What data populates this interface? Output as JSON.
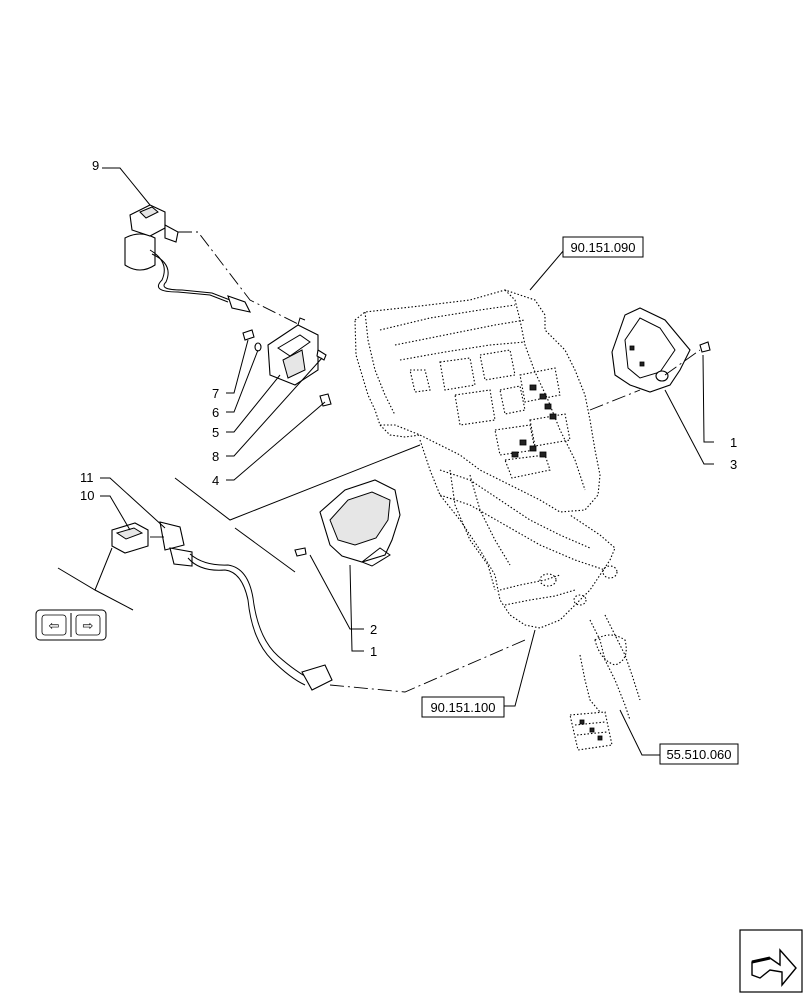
{
  "callouts": {
    "c9": "9",
    "c7": "7",
    "c6": "6",
    "c5": "5",
    "c8": "8",
    "c4": "4",
    "c11": "11",
    "c10": "10",
    "c2": "2",
    "c1_bottom": "1",
    "c1_right": "1",
    "c3": "3"
  },
  "references": {
    "top": "90.151.090",
    "bottom": "90.151.100",
    "right": "55.510.060"
  },
  "switch_symbols": {
    "left": "⇦",
    "right": "⇨"
  },
  "nav_icon": "next-page-arrow-icon"
}
